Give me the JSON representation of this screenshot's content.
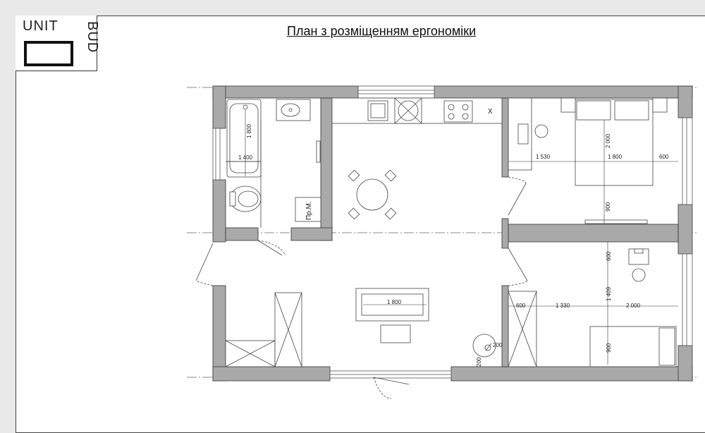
{
  "logo": {
    "unit_text": "UNIT",
    "bud_text": "BUD"
  },
  "title": "План з розміщенням ергономіки",
  "labels": {
    "storage": "Пр.М.",
    "kitchen_hood": "X"
  },
  "dimensions": {
    "bath_height": "1 800",
    "bath_width": "1 400",
    "bedroom1_depth": "2 000",
    "bedroom1_desk": "1 530",
    "bedroom1_bed": "1 800",
    "bedroom1_side": "600",
    "bedroom1_clear": "900",
    "living_sofa": "1 800",
    "bedroom2_top": "600",
    "bedroom2_mid": "1 409",
    "bedroom2_wardrobe": "600",
    "bedroom2_clear": "1 330",
    "bedroom2_bed": "2 000",
    "bedroom2_bottom": "900",
    "turn_circle_a": "200",
    "turn_circle_b": "200"
  },
  "colors": {
    "wall": "#a9a9a9",
    "wall_edge": "#333333",
    "line": "#444444",
    "window": "#dfe6e9"
  }
}
